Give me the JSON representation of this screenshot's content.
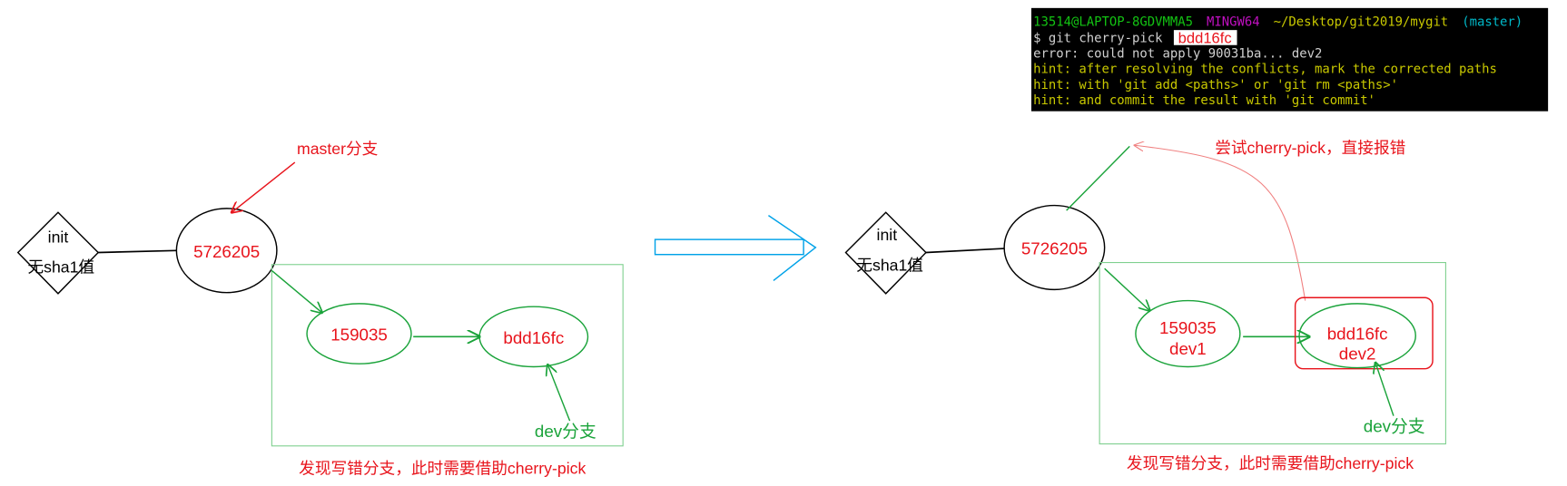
{
  "terminal": {
    "user_host": "13514@LAPTOP-8GDVMMA5",
    "env": "MINGW64",
    "path": "~/Desktop/git2019/mygit",
    "branch": "(master)",
    "command": "$ git cherry-pick",
    "command_arg": "bdd16fc",
    "lines": [
      "error: could not apply 90031ba... dev2",
      "hint: after resolving the conflicts, mark the corrected paths",
      "hint: with 'git add <paths>' or 'git rm <paths>'",
      "hint: and commit the result with 'git commit'"
    ],
    "colors": {
      "user": "#13c313",
      "env": "#c010c0",
      "path": "#c8c800",
      "branch": "#00b8c8",
      "hint": "#c8c800",
      "text": "#d0d0d0"
    }
  },
  "left": {
    "init_label": "init",
    "init_sub": "无sha1值",
    "master_commit": "5726205",
    "master_label": "master分支",
    "commit_1": "159035",
    "commit_2": "bdd16fc",
    "dev_label": "dev分支",
    "caption": "发现写错分支，此时需要借助cherry-pick"
  },
  "right": {
    "init_label": "init",
    "init_sub": "无sha1值",
    "master_commit": "5726205",
    "attempt_label": "尝试cherry-pick，直接报错",
    "commit_1": "159035",
    "commit_1_msg": "dev1",
    "commit_2": "bdd16fc",
    "commit_2_msg": "dev2",
    "dev_label": "dev分支",
    "caption": "发现写错分支，此时需要借助cherry-pick"
  },
  "colors": {
    "red": "#e8141c",
    "green": "#1aa33a",
    "blue": "#00a2e8",
    "pink": "#f08080"
  }
}
